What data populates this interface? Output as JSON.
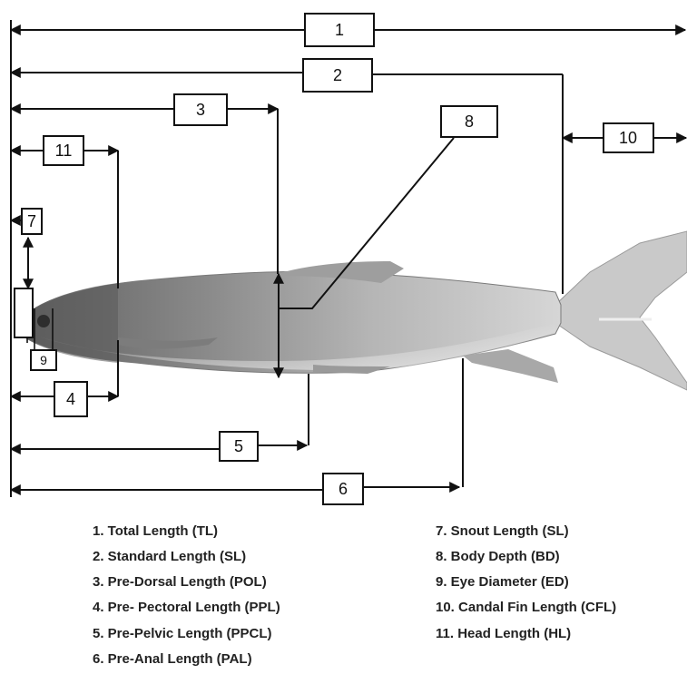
{
  "markers": {
    "m1": "1",
    "m2": "2",
    "m3": "3",
    "m4": "4",
    "m5": "5",
    "m6": "6",
    "m7": "7",
    "m8": "8",
    "m9": "9",
    "m10": "10",
    "m11": "11"
  },
  "legend": {
    "left": [
      "1. Total Length (TL)",
      "2.  Standard Length (SL)",
      "3. Pre-Dorsal Length (POL)",
      "4. Pre- Pectoral Length (PPL)",
      "5. Pre-Pelvic Length (PPCL)",
      "6. Pre-Anal Length (PAL)"
    ],
    "right": [
      "7.  Snout Length (SL)",
      "8.  Body Depth (BD)",
      "9.  Eye Diameter (ED)",
      "10.  Candal Fin Length (CFL)",
      "11.  Head Length (HL)"
    ]
  },
  "colors": {
    "line": "#111111",
    "fish_dark": "#6f6f6f",
    "fish_light": "#c8c8c8"
  }
}
